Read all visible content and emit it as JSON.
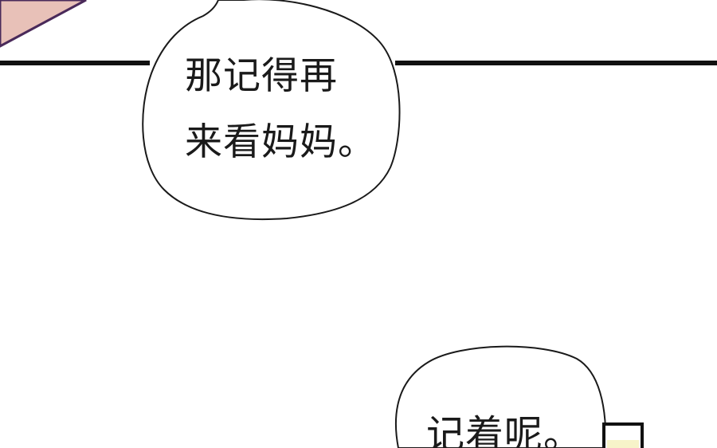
{
  "panel_top": {
    "speech_bubble": {
      "lines": [
        "那记得再",
        "来看妈妈。"
      ]
    }
  },
  "panel_bottom": {
    "speech_bubble": {
      "text": "记着呢。"
    }
  },
  "colors": {
    "background": "#ffffff",
    "ink": "#1a1a1a",
    "skin_tone": "#e8c1b8",
    "dark_outline": "#4a2a5a",
    "pale_yellow": "#f7f3c9"
  }
}
